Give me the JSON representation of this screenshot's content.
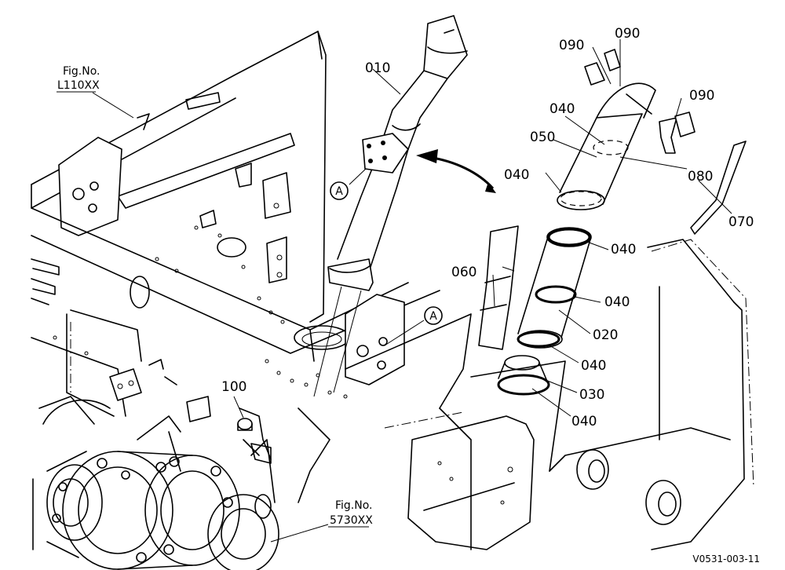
{
  "figure": {
    "code": "V0531-003-11",
    "part_numbers": {
      "p010": "010",
      "p020": "020",
      "p030": "030",
      "p040_a": "040",
      "p040_b": "040",
      "p040_c": "040",
      "p040_d": "040",
      "p040_e": "040",
      "p040_f": "040",
      "p050": "050",
      "p060": "060",
      "p070": "070",
      "p080": "080",
      "p090_a": "090",
      "p090_b": "090",
      "p090_c": "090",
      "p100": "100"
    },
    "references": {
      "fig1_title": "Fig.No.",
      "fig1_value": "L110XX",
      "fig2_title": "Fig.No.",
      "fig2_value": "5730XX"
    },
    "callouts": {
      "a_upper": "A",
      "a_lower": "A"
    }
  }
}
